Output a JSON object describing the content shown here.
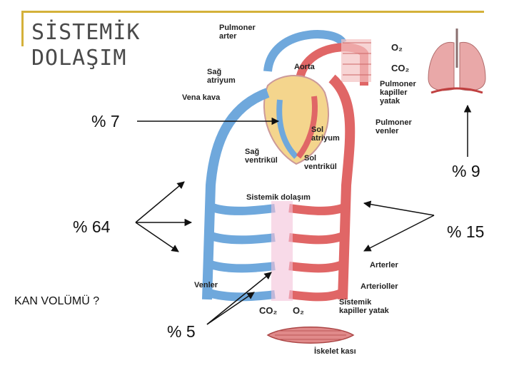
{
  "title": {
    "line1": "SİSTEMİK",
    "line2": "DOLAŞIM"
  },
  "percentages": {
    "venacava_pct": "% 7",
    "pulmonary_pct": "% 9",
    "venous_pct": "% 64",
    "arterial_pct": "% 15",
    "capillary_pct": "% 5"
  },
  "question": "KAN VOLÜMÜ ?",
  "labels": {
    "pulmoner_arter": [
      "Pulmoner",
      "arter"
    ],
    "o2_top": "O₂",
    "co2_top": "CO₂",
    "sag_atriyum": [
      "Sağ",
      "atriyum"
    ],
    "aorta": "Aorta",
    "pulmoner_kapiller": [
      "Pulmoner",
      "kapiller",
      "yatak"
    ],
    "vena_kava": "Vena kava",
    "sol_atriyum": [
      "Sol",
      "atriyum"
    ],
    "pulmoner_venler": [
      "Pulmoner",
      "venler"
    ],
    "sag_ventrikul": [
      "Sağ",
      "ventrikül"
    ],
    "sol_ventrikul": [
      "Sol",
      "ventrikül"
    ],
    "sistemik_dolasim": "Sistemik dolaşım",
    "arterler": "Arterler",
    "venler": "Venler",
    "arterioller": "Arterioller",
    "sistemik_kapiller": [
      "Sistemik",
      "kapiller yatak"
    ],
    "co2_bottom": "CO₂",
    "o2_bottom": "O₂",
    "iskelet_kasi": "İskelet kası"
  },
  "colors": {
    "vein": "#6fa8dc",
    "artery": "#e06666",
    "frame": "#d4b13a"
  }
}
